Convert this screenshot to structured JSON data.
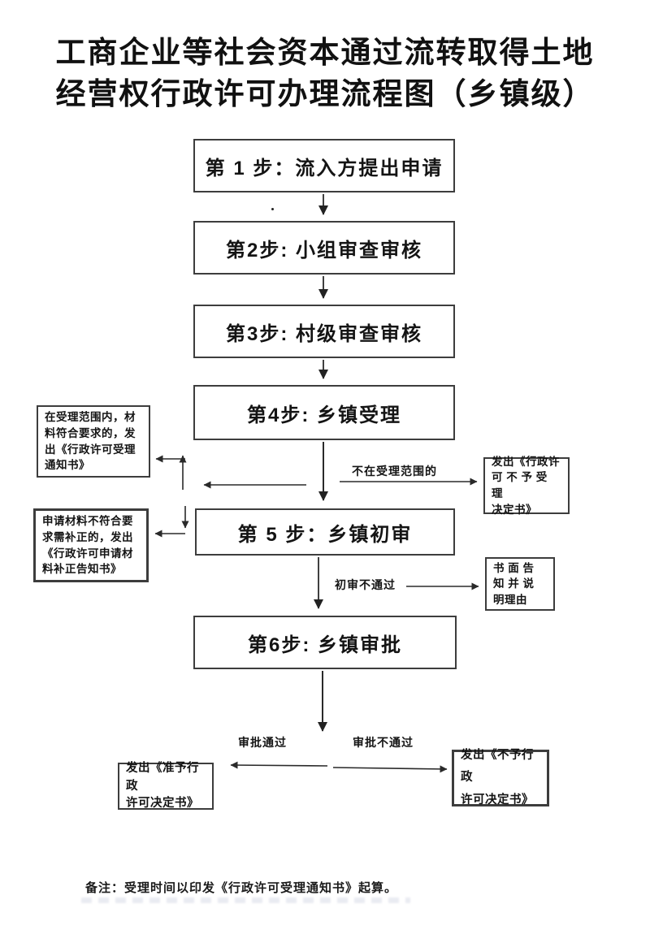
{
  "title": {
    "text": "工商企业等社会资本通过流转取得土地\n经营权行政许可办理流程图（乡镇级）"
  },
  "steps": [
    {
      "label": "第 1 步：流入方提出申请"
    },
    {
      "label": "第2步: 小组审查审核"
    },
    {
      "label": "第3步: 村级审查审核"
    },
    {
      "label": "第4步: 乡镇受理"
    },
    {
      "label": "第 5 步：乡镇初审"
    },
    {
      "label": "第6步: 乡镇审批"
    }
  ],
  "side_notes": {
    "accept_notice": [
      "在受理范围内，材",
      "料符合要求的，发",
      "出《行政许可受理",
      "通知书》"
    ],
    "supplement_notice": [
      "申请材料不符合要",
      "求需补正的，发出",
      "《行政许可申请材",
      "料补正告知书》"
    ],
    "reject_accept": [
      "发出《行政许",
      "可 不 予 受 理",
      "决定书》"
    ],
    "written_inform": [
      "书 面 告",
      "知 并 说",
      "明理由"
    ],
    "approve_decision": [
      "发出《准予行政",
      "许可决定书》"
    ],
    "deny_decision": [
      "发出《不予行政",
      "许可决定书》"
    ]
  },
  "edge_labels": {
    "out_of_scope": "不在受理范围的",
    "initial_review_fail": "初审不通过",
    "approval_pass": "审批通过",
    "approval_fail": "审批不通过"
  },
  "footnote": "备注：受理时间以印发《行政许可受理通知书》起算。",
  "colors": {
    "text": "#1a1a1a",
    "border": "#3d3d3d",
    "arrow": "#2a2a2a",
    "background": "#ffffff"
  }
}
